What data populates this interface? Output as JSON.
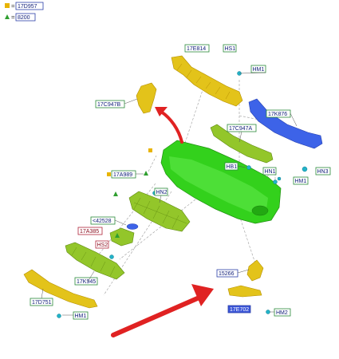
{
  "legend": [
    {
      "symbol": "square",
      "color": "#e8b400",
      "eq": "=",
      "code": "17D957"
    },
    {
      "symbol": "triangle",
      "color": "#2f9e2f",
      "eq": "=",
      "code": "8200"
    }
  ],
  "labels": {
    "l_17E814": "17E814",
    "l_HS1": "HS1",
    "l_HM1_top": "HM1",
    "l_17C947B": "17C947B",
    "l_17K876": "17K876",
    "l_17C947A": "17C947A",
    "l_HB1": "HB1",
    "l_HN1": "HN1",
    "l_HN3": "HN3",
    "l_HM1_right": "HM1",
    "l_17A989": "17A989",
    "l_HN2": "HN2",
    "l_42528": "<42528",
    "l_17A385": "17A385",
    "l_HS2": "HS2",
    "l_17K945": "17K945",
    "l_17D751": "17D751",
    "l_HM1_bottom": "HM1",
    "l_15266": "15266",
    "l_17E702": "17E702",
    "l_HM2": "HM2"
  },
  "colors": {
    "label_border_default": "#2a8a3a",
    "label_border_red": "#b0253a",
    "label_border_blue": "#2b3fa8",
    "label_fill": "#ffffff",
    "label_fill_blue": "#3a55d8",
    "bumper_green": "#33d11c",
    "part_yellow": "#e3c31a",
    "reinforcement_blue": "#3d63e8",
    "grille_green": "#93c62a",
    "arrow_red": "#e02222",
    "fastener_cyan": "#22b3c9"
  }
}
